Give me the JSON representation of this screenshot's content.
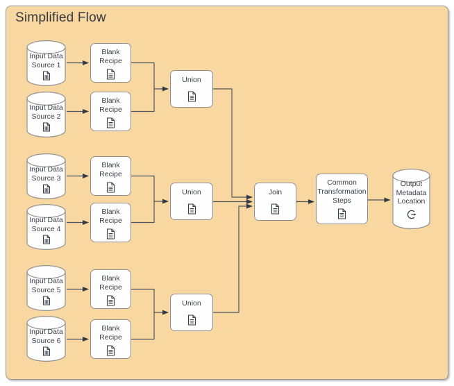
{
  "title": "Simplified Flow",
  "colors": {
    "canvas_background": "#f9d7a0",
    "shape_fill": "#fefefe",
    "shape_stroke": "#909090",
    "edge_stroke": "#4a545e",
    "text": "#3a4149",
    "page_margin": "#ffffff"
  },
  "icons": {
    "data_file": "data-file-icon",
    "document": "document-icon",
    "export": "export-icon"
  },
  "nodes": {
    "sources": [
      {
        "lines": [
          "Input Data",
          "Source 1"
        ]
      },
      {
        "lines": [
          "Input Data",
          "Source 2"
        ]
      },
      {
        "lines": [
          "Input Data",
          "Source 3"
        ]
      },
      {
        "lines": [
          "Input Data",
          "Source 4"
        ]
      },
      {
        "lines": [
          "Input Data",
          "Source 5"
        ]
      },
      {
        "lines": [
          "Input Data",
          "Source 6"
        ]
      }
    ],
    "recipes": [
      {
        "lines": [
          "Blank",
          "Recipe"
        ]
      },
      {
        "lines": [
          "Blank",
          "Recipe"
        ]
      },
      {
        "lines": [
          "Blank",
          "Recipe"
        ]
      },
      {
        "lines": [
          "Blank",
          "Recipe"
        ]
      },
      {
        "lines": [
          "Blank",
          "Recipe"
        ]
      },
      {
        "lines": [
          "Blank",
          "Recipe"
        ]
      }
    ],
    "unions": [
      {
        "label": "Union"
      },
      {
        "label": "Union"
      },
      {
        "label": "Union"
      }
    ],
    "join": {
      "label": "Join"
    },
    "common": {
      "lines": [
        "Common",
        "Transformation",
        "Steps"
      ]
    },
    "output": {
      "lines": [
        "Output",
        "Metadata",
        "Location"
      ]
    }
  }
}
